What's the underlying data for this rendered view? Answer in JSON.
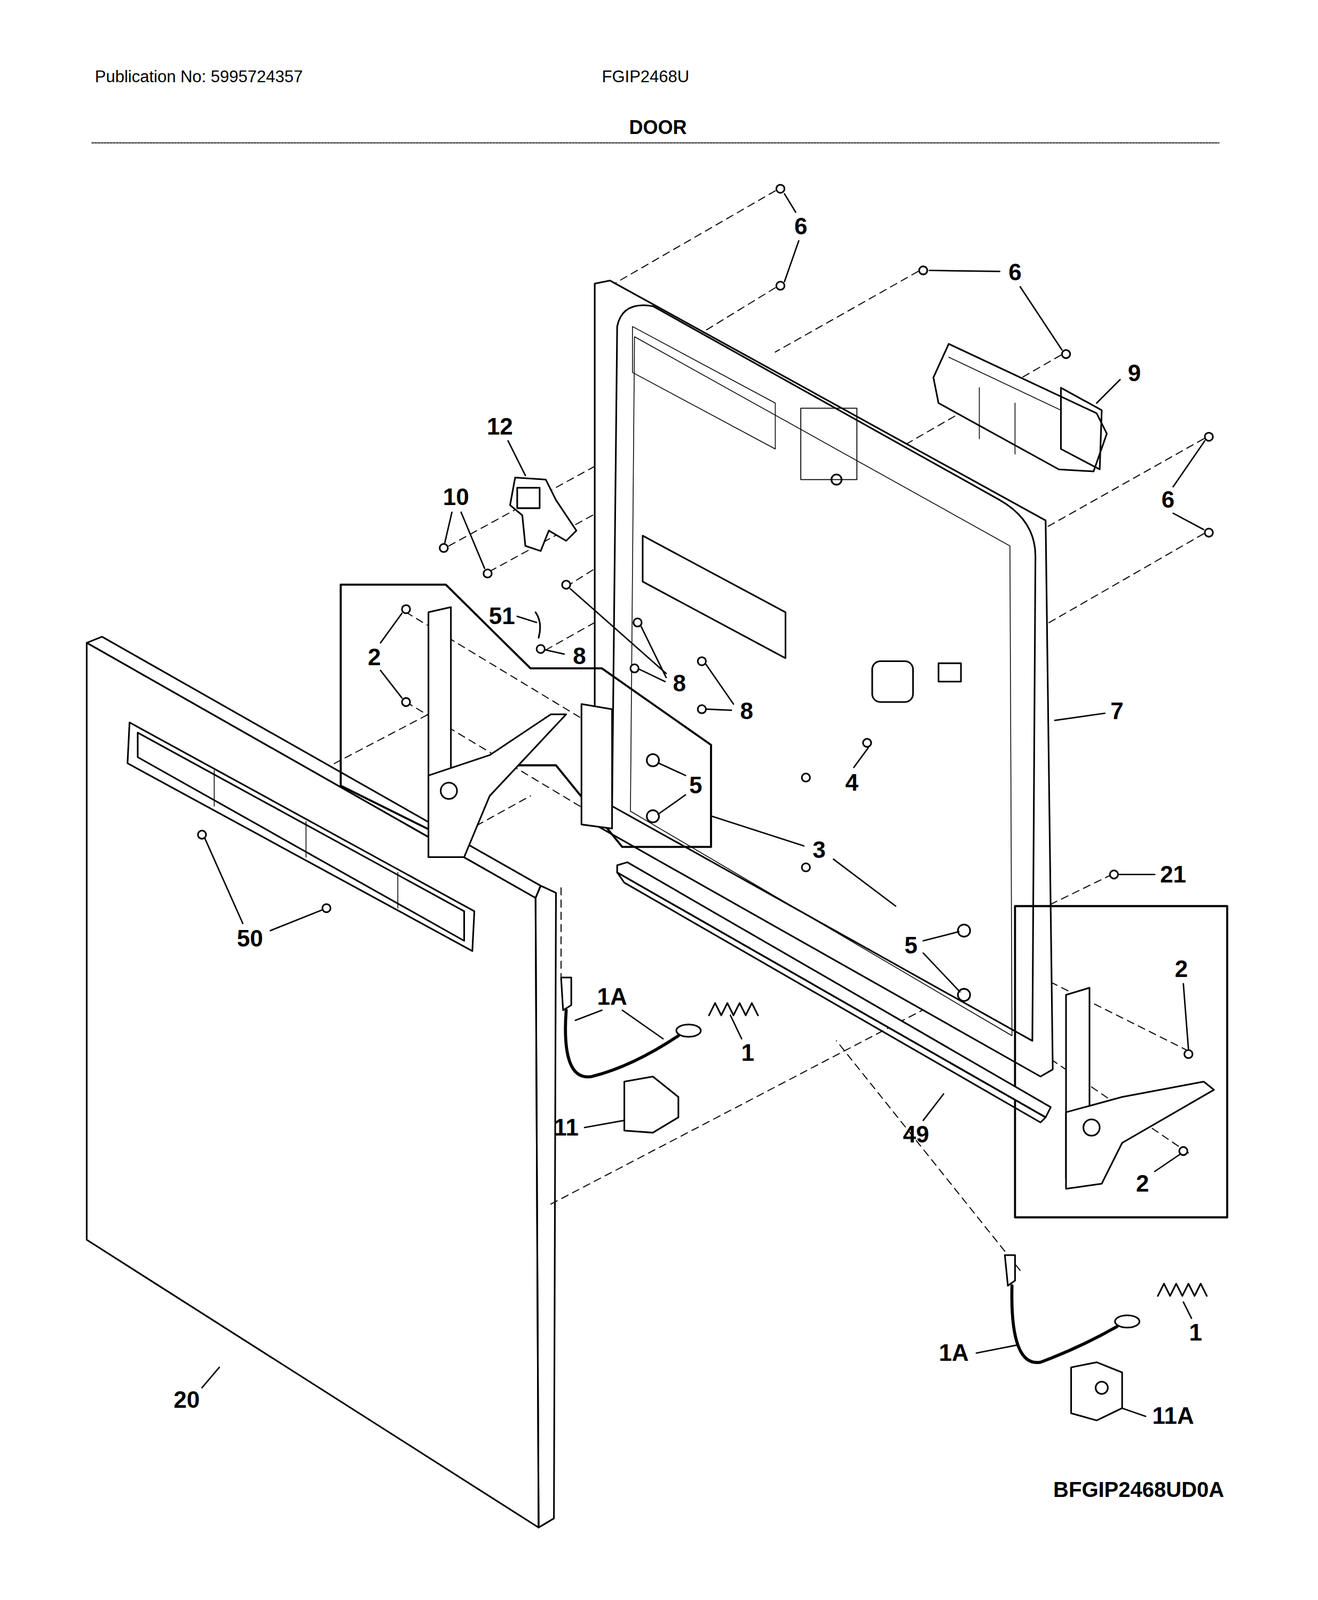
{
  "diagram": {
    "title": "DOOR",
    "labels": [
      "Publication No: 5995724357",
      "FGIP2468U",
      "BFGIP2468UD0A",
      "6",
      "6",
      "9",
      "12",
      "10",
      "6",
      "51",
      "2",
      "8",
      "8",
      "8",
      "7",
      "5",
      "4",
      "3",
      "21",
      "5",
      "2",
      "50",
      "1A",
      "1",
      "11",
      "49",
      "2",
      "20",
      "1A",
      "1",
      "11A"
    ]
  }
}
